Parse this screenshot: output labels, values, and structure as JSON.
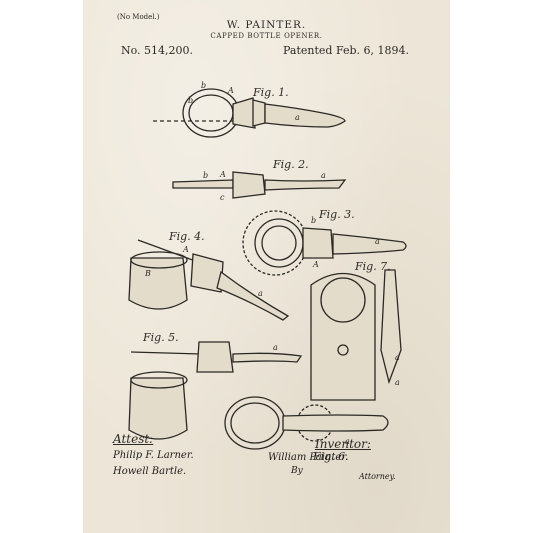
{
  "header": {
    "model_note": "(No Model.)",
    "inventor": "W. PAINTER.",
    "title": "CAPPED BOTTLE OPENER.",
    "patent_number": "No. 514,200.",
    "patent_date": "Patented Feb. 6, 1894."
  },
  "figures": [
    "Fig. 1.",
    "Fig. 2.",
    "Fig. 3.",
    "Fig. 4.",
    "Fig. 5.",
    "Fig. 6.",
    "Fig. 7."
  ],
  "footer": {
    "attest_label": "Attest:",
    "witness_1": "Philip F. Larner.",
    "witness_2": "Howell Bartle.",
    "inventor_label": "Inventor:",
    "inventor_signature": "William Painter.",
    "by_label": "By",
    "attorney_signature": "Attorney."
  }
}
